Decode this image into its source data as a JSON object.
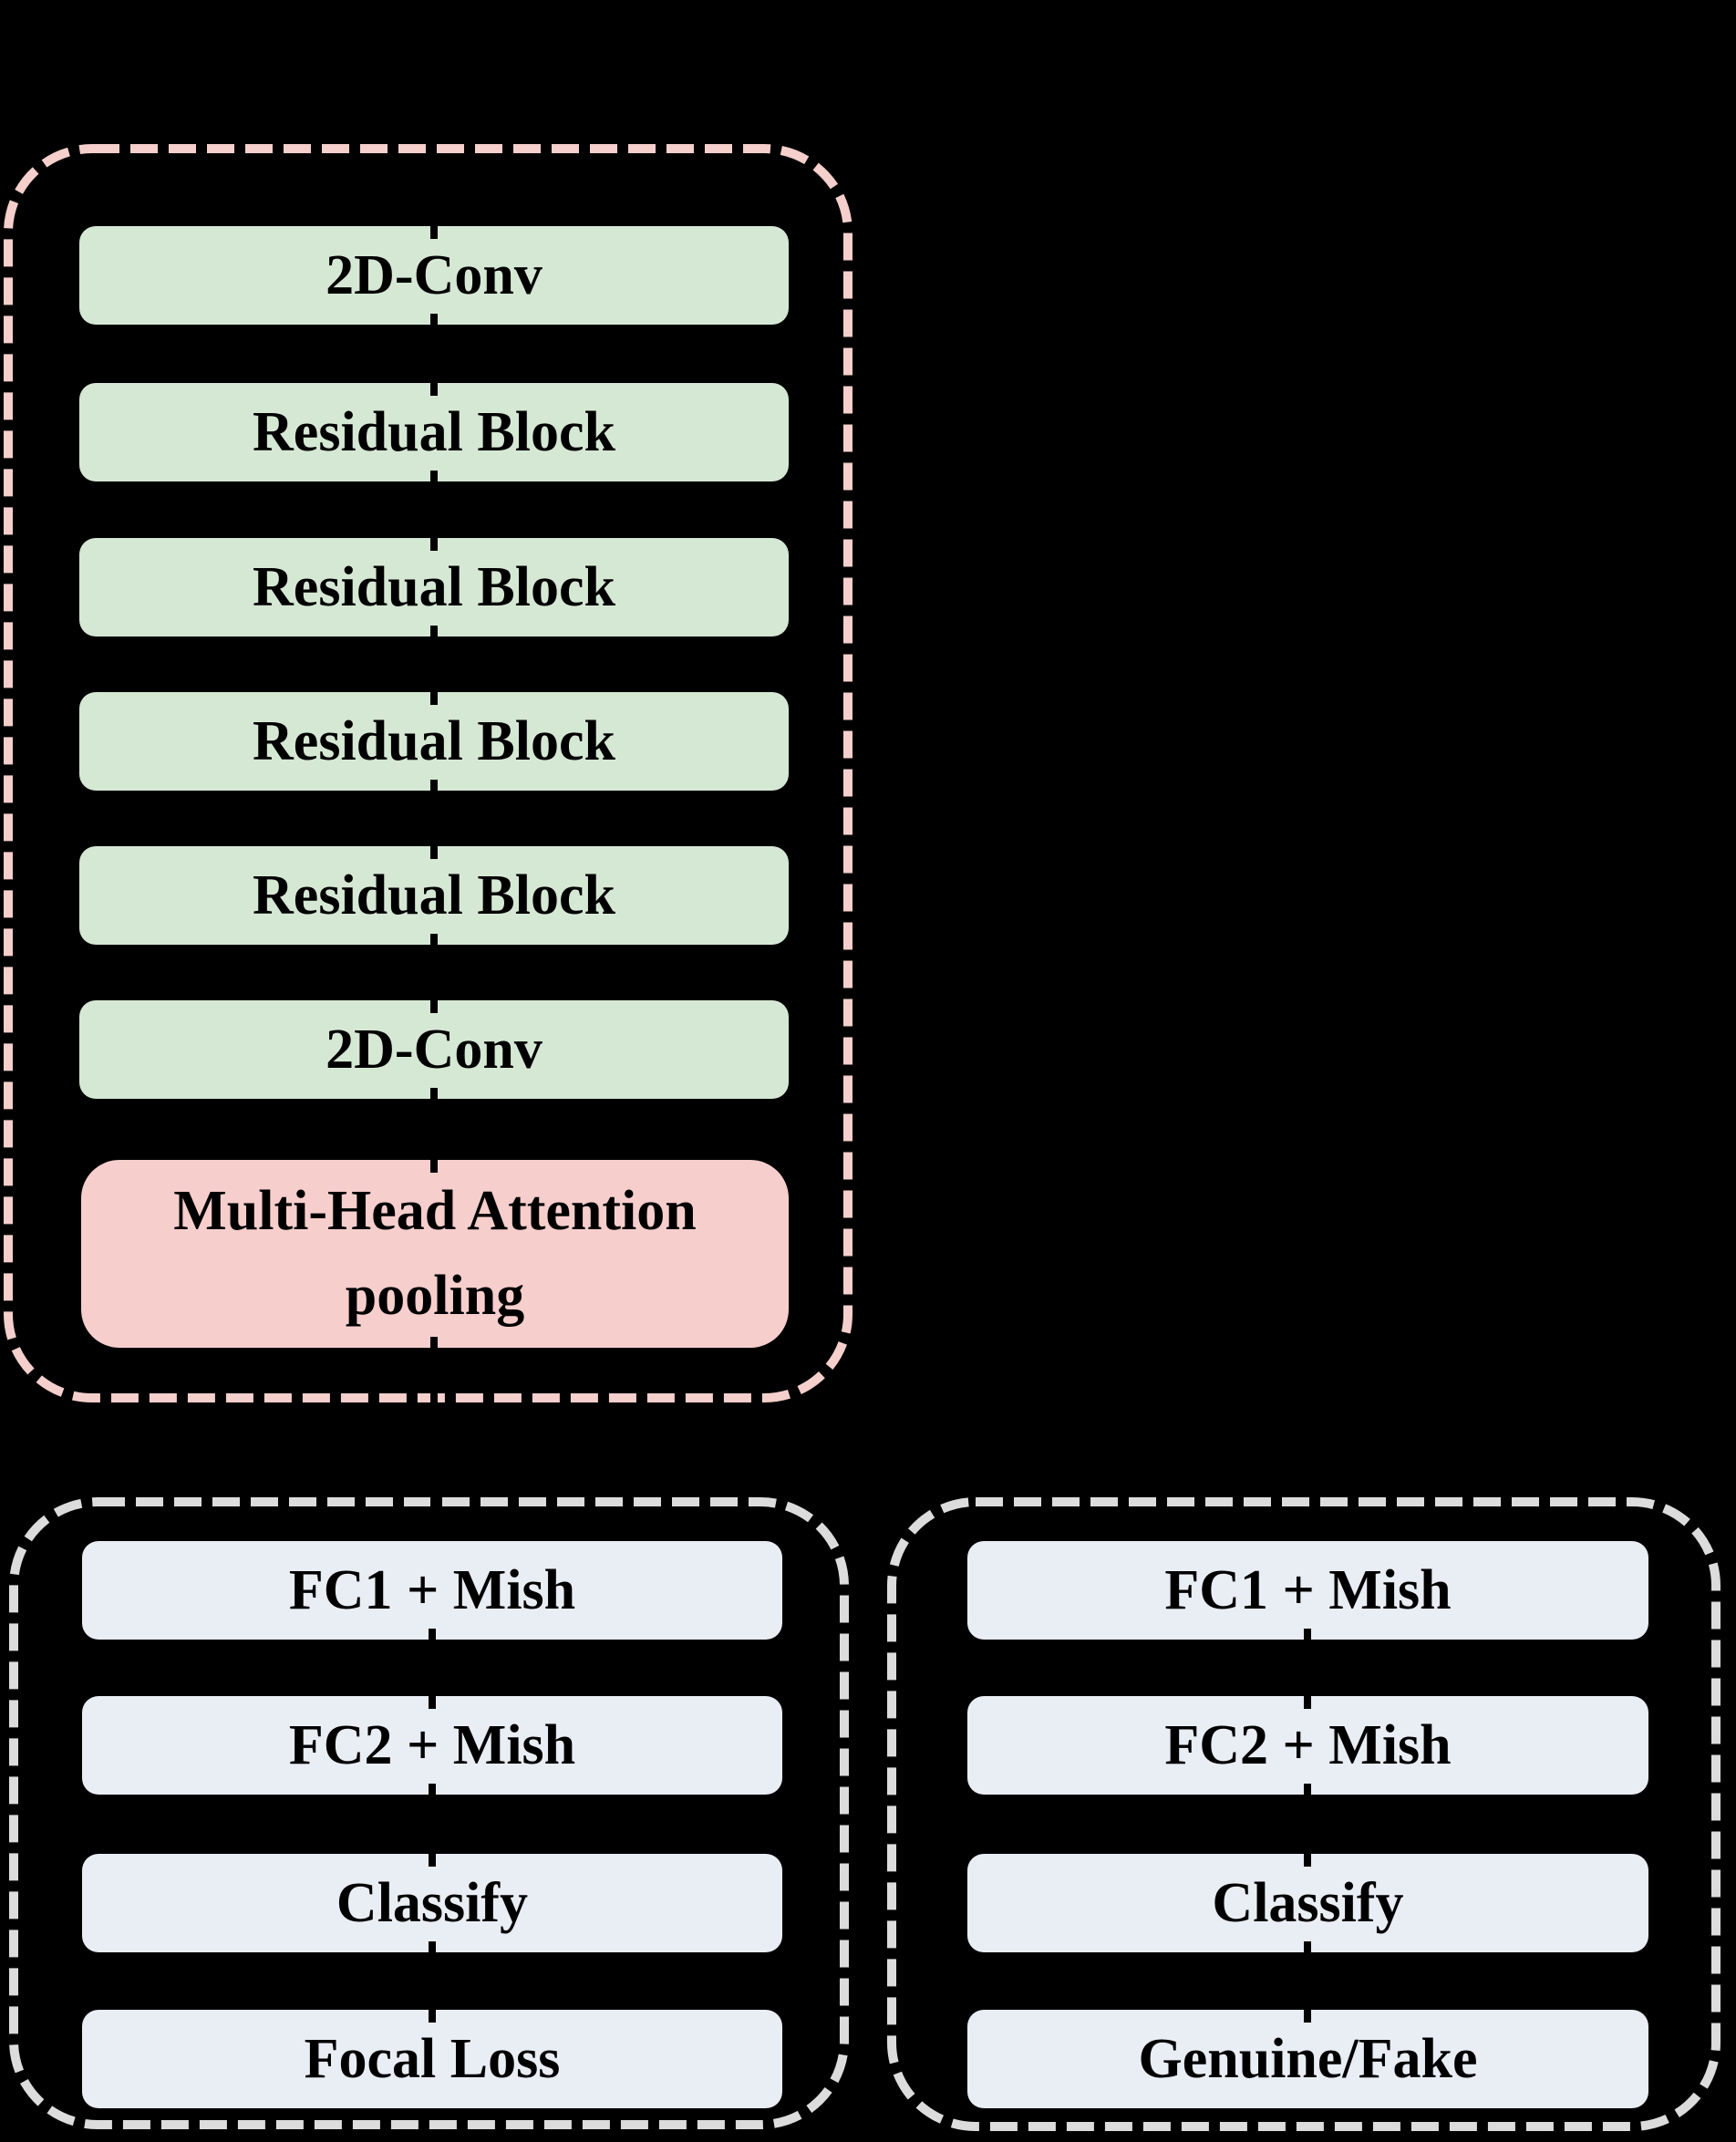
{
  "diagram": {
    "encoder": {
      "blocks": [
        {
          "label": "2D-Conv"
        },
        {
          "label": "Residual Block"
        },
        {
          "label": "Residual Block"
        },
        {
          "label": "Residual Block"
        },
        {
          "label": "Residual Block"
        },
        {
          "label": "2D-Conv"
        },
        {
          "label": "Multi-Head Attention pooling"
        }
      ]
    },
    "classifier_train": {
      "blocks": [
        {
          "label": "FC1 + Mish"
        },
        {
          "label": "FC2 + Mish"
        },
        {
          "label": "Classify"
        },
        {
          "label": "Focal Loss"
        }
      ]
    },
    "classifier_infer": {
      "blocks": [
        {
          "label": "FC1 + Mish"
        },
        {
          "label": "FC2 + Mish"
        },
        {
          "label": "Classify"
        },
        {
          "label": "Genuine/Fake"
        }
      ]
    }
  },
  "colors": {
    "background": "#000000",
    "conv_block_fill": "#D5E8D4",
    "attention_block_fill": "#F6CECC",
    "fc_block_fill": "#E9EDF4",
    "encoder_border": "#F4CFCB",
    "classifier_border": "#DCDCDC",
    "text": "#000000",
    "connector": "#000000"
  }
}
